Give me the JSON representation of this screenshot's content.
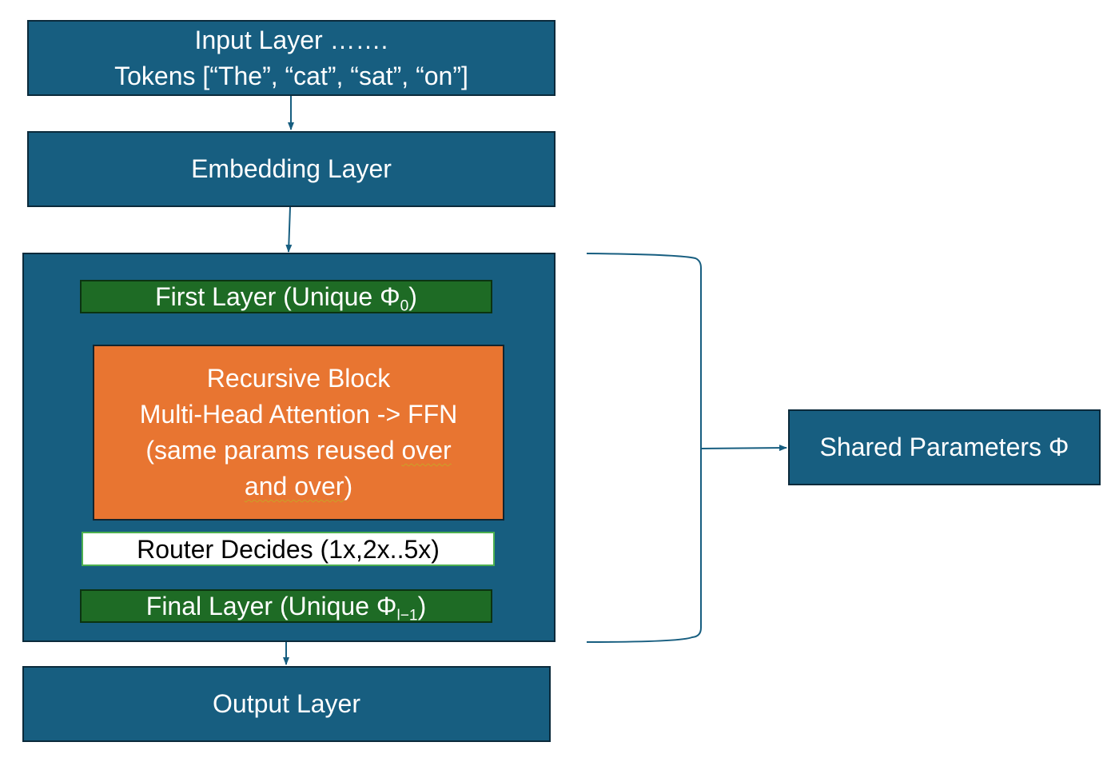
{
  "diagram": {
    "input_layer": {
      "line1": "Input Layer …….",
      "line2": "Tokens [“The”, “cat”, “sat”, “on”]"
    },
    "embedding_layer": "Embedding Layer",
    "recursive_container": {
      "first_layer": {
        "text": "First Layer (Unique Φ",
        "sub": "0",
        "close": ")"
      },
      "recursive_block": {
        "line1": "Recursive Block",
        "line2": "Multi-Head Attention -> FFN",
        "line3_pre": "(same params reused ",
        "line3_flag": "over",
        "line4_flag": "and over",
        "line4_post": ")"
      },
      "router": "Router Decides (1x,2x..5x)",
      "final_layer": {
        "text": "Final Layer (Unique Φ",
        "sub": "l−1",
        "close": ")"
      }
    },
    "output_layer": "Output Layer",
    "shared_parameters": "Shared Parameters Φ",
    "colors": {
      "layer_blue": "#175e80",
      "unique_layer_green": "#1e6b25",
      "recursive_orange": "#e87531",
      "router_border_green": "#4caf50"
    }
  }
}
